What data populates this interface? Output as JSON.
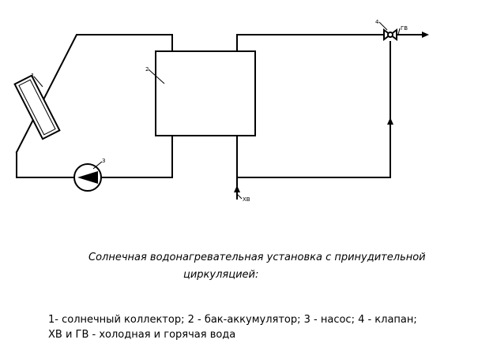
{
  "diagram": {
    "labels": {
      "collector": "1",
      "tank": "2",
      "pump": "3",
      "valve": "4",
      "cold_water": "ХВ",
      "hot_water": "ГВ"
    },
    "colors": {
      "line": "#000000",
      "background": "#ffffff"
    }
  },
  "caption": {
    "line1": "Солнечная водонагревательная установка с принудительной",
    "line2": "циркуляцией:"
  },
  "legend": {
    "line1": "1- солнечный коллектор; 2 - бак-аккумулятор; 3 - насос; 4 - клапан;",
    "line2": "ХВ и ГВ - холодная и горячая вода"
  }
}
